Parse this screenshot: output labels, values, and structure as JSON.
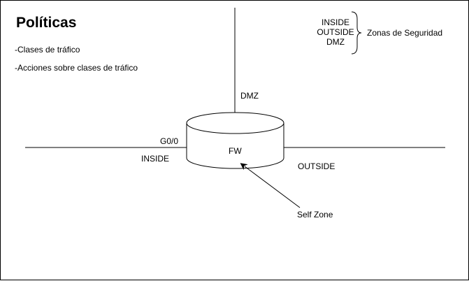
{
  "title": "Políticas",
  "bullets": [
    "-Clases de tráfico",
    "-Acciones sobre clases de tráfico"
  ],
  "zones": {
    "items": [
      "INSIDE",
      "OUTSIDE",
      "DMZ"
    ],
    "label": "Zonas de Seguridad"
  },
  "network": {
    "dmz_label": "DMZ",
    "interface_label": "G0/0",
    "inside_label": "INSIDE",
    "outside_label": "OUTSIDE",
    "firewall_label": "FW",
    "self_zone_label": "Self Zone"
  },
  "colors": {
    "stroke": "#000000",
    "background": "#ffffff"
  }
}
